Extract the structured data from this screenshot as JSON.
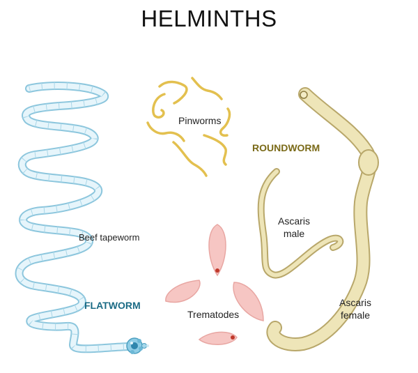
{
  "title": "HELMINTHS",
  "labels": {
    "pinworms": "Pinworms",
    "roundworm": "ROUNDWORM",
    "beef_tapeworm": "Beef tapeworm",
    "ascaris_male": [
      "Ascaris",
      "male"
    ],
    "ascaris_female": [
      "Ascaris",
      "female"
    ],
    "flatworm": "FLATWORM",
    "trematodes": "Trematodes"
  },
  "colors": {
    "tapeworm": "#bfe4f2",
    "tapeworm_outline": "#8cc6dd",
    "pinworm": "#e8c95a",
    "roundworm": "#ece3b4",
    "roundworm_outline": "#b8a76a",
    "trematode": "#f6c6c3",
    "trematode_dot": "#c0392b",
    "flatworm_text": "#1b6b85",
    "roundworm_text": "#7a6a18"
  }
}
